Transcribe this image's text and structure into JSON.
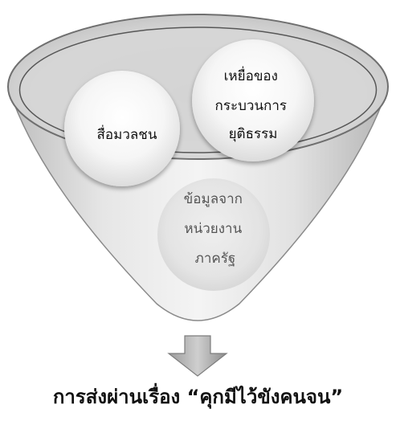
{
  "funnel": {
    "circles": [
      {
        "lines": [
          "สื่อมวลชน"
        ]
      },
      {
        "lines": [
          "เหยื่อของ",
          "กระบวนการ",
          "ยุติธรรม"
        ]
      },
      {
        "lines": [
          "ข้อมูลจาก",
          "หน่วยงาน",
          "ภาครัฐ"
        ]
      }
    ]
  },
  "arrow": {
    "icon": "down-arrow-icon"
  },
  "caption": "การส่งผ่านเรื่อง “คุกมีไว้ขังคนจน”"
}
